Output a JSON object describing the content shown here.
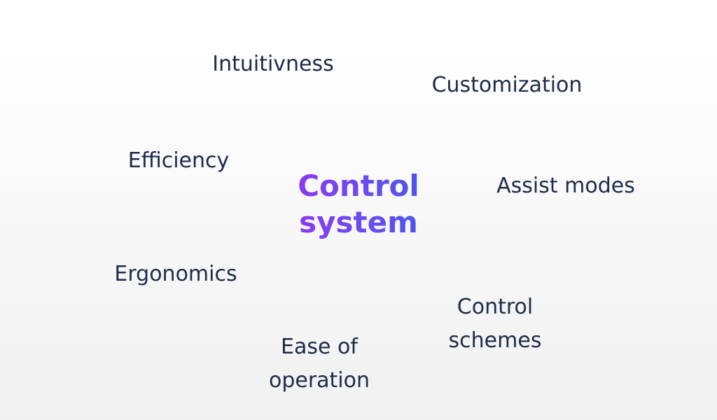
{
  "center": {
    "label": "Control\nsystem"
  },
  "terms": {
    "intuitivness": "Intuitivness",
    "customization": "Customization",
    "efficiency": "Efficiency",
    "assist_modes": "Assist modes",
    "ergonomics": "Ergonomics",
    "control_schemes": "Control\nschemes",
    "ease_of_operation": "Ease of\noperation"
  },
  "colors": {
    "term_text": "#1d2b4a",
    "center_gradient_start": "#8a38f0",
    "center_gradient_end": "#4b55e8"
  }
}
